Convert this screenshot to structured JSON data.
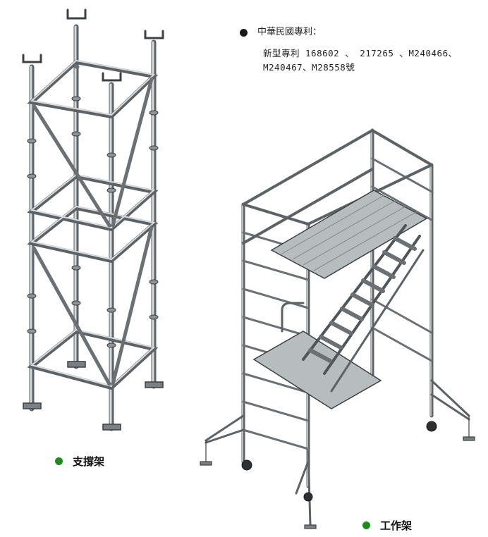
{
  "patent": {
    "heading": "中華民國專利：",
    "line1": "新型專利 168602 、 217265 、M240466、",
    "line2": "M240467、M28558號"
  },
  "captions": {
    "support_frame": "支撐架",
    "work_frame": "工作架"
  },
  "colors": {
    "bullet_dark": "#1a1a1a",
    "bullet_green": "#1c8c1c",
    "steel": "#8e9497",
    "steel_dark": "#4a4f52"
  }
}
